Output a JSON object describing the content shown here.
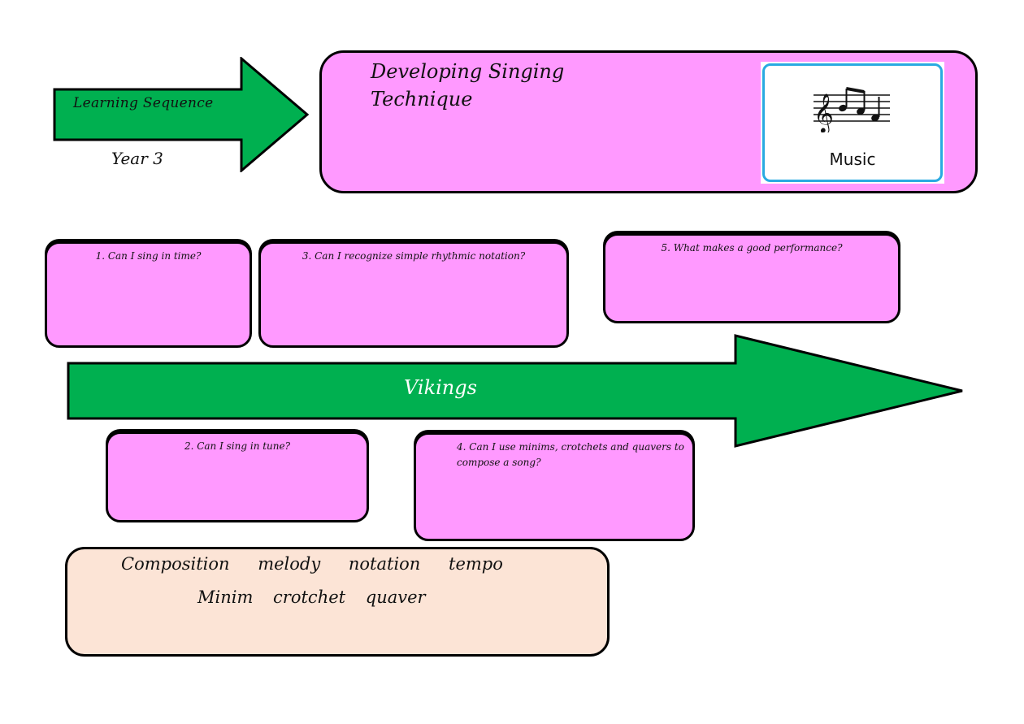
{
  "header": {
    "sequence_label": "Learning Sequence",
    "year_label": "Year 3",
    "title": "Developing Singing Technique",
    "subject_tile": {
      "label": "Music",
      "icon": "music-notes-icon",
      "border_color": "#29aae1"
    }
  },
  "theme": {
    "topic_label": "Vikings",
    "arrow_color": "#00b050",
    "card_color": "#ff99ff",
    "vocab_color": "#fce4d6"
  },
  "questions": [
    {
      "number": 1,
      "text": "1. Can I sing in time?"
    },
    {
      "number": 2,
      "text": "2. Can I sing in tune?"
    },
    {
      "number": 3,
      "text": "3. Can I recognize simple rhythmic notation?"
    },
    {
      "number": 4,
      "text": "4. Can I use minims, crotchets and quavers to compose a song?"
    },
    {
      "number": 5,
      "text": "5. What makes a good performance?"
    }
  ],
  "vocabulary": {
    "line1": "Composition melody notation tempo",
    "line2": "Minim crotchet quaver",
    "words": [
      "Composition",
      "melody",
      "notation",
      "tempo",
      "Minim",
      "crotchet",
      "quaver"
    ]
  }
}
